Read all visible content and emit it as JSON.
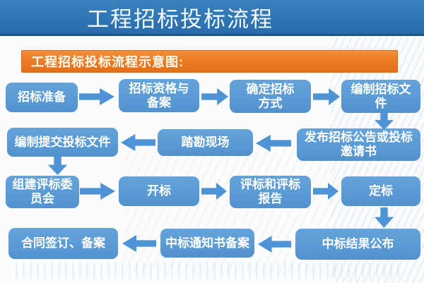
{
  "header": {
    "title": "工程招标投标流程"
  },
  "banner": {
    "label": "工程招标投标流程示意图:"
  },
  "palette": {
    "header_blue": "#2e76b4",
    "header_border_blue": "#1d5586",
    "banner_orange": "#ed7d26",
    "box_blue": "#5b9bd5",
    "arrow_blue": "#4e93d6",
    "title_text": "#f6f9fb",
    "box_text": "#ffffff"
  },
  "flow": {
    "boxes": [
      {
        "name": "bid-preparation",
        "label": "招标准备"
      },
      {
        "name": "bid-qualification-and-filing",
        "label": "招标资格与\n备案"
      },
      {
        "name": "determine-bidding-method",
        "label": "确定招标\n方式"
      },
      {
        "name": "prepare-bidding-documents",
        "label": "编制招标文\n件"
      },
      {
        "name": "prepare-and-submit-tender-documents",
        "label": "编制提交投标文件"
      },
      {
        "name": "site-survey",
        "label": "踏勘现场"
      },
      {
        "name": "publish-announcement-or-invitation",
        "label": "发布招标公告或投标\n邀请书"
      },
      {
        "name": "form-evaluation-committee",
        "label": "组建评标委\n员会"
      },
      {
        "name": "bid-opening",
        "label": "开标"
      },
      {
        "name": "evaluation-and-report",
        "label": "评标和评标\n报告"
      },
      {
        "name": "award-decision",
        "label": "定标"
      },
      {
        "name": "contract-signing-and-filing",
        "label": "合同签订、备案"
      },
      {
        "name": "award-notice-filing",
        "label": "中标通知书备案"
      },
      {
        "name": "announce-award-result",
        "label": "中标结果公布"
      }
    ]
  }
}
